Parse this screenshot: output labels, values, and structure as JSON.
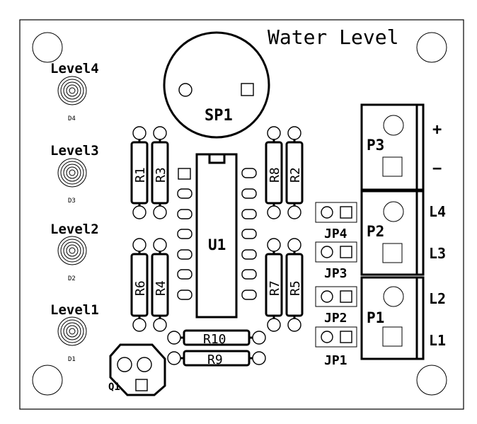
{
  "board": {
    "title": "Water Level"
  },
  "leds": [
    {
      "label": "Level4",
      "ref": "D4"
    },
    {
      "label": "Level3",
      "ref": "D3"
    },
    {
      "label": "Level2",
      "ref": "D2"
    },
    {
      "label": "Level1",
      "ref": "D1"
    }
  ],
  "resistors": {
    "r1": "R1",
    "r2": "R2",
    "r3": "R3",
    "r4": "R4",
    "r5": "R5",
    "r6": "R6",
    "r7": "R7",
    "r8": "R8",
    "r9": "R9",
    "r10": "R10"
  },
  "buzzer": "SP1",
  "ic": "U1",
  "transistor": "Q1",
  "jumpers": {
    "jp1": "JP1",
    "jp2": "JP2",
    "jp3": "JP3",
    "jp4": "JP4"
  },
  "connectors": {
    "p1": "P1",
    "p2": "P2",
    "p3": "P3",
    "plus": "+",
    "minus": "−",
    "l1": "L1",
    "l2": "L2",
    "l3": "L3",
    "l4": "L4"
  }
}
